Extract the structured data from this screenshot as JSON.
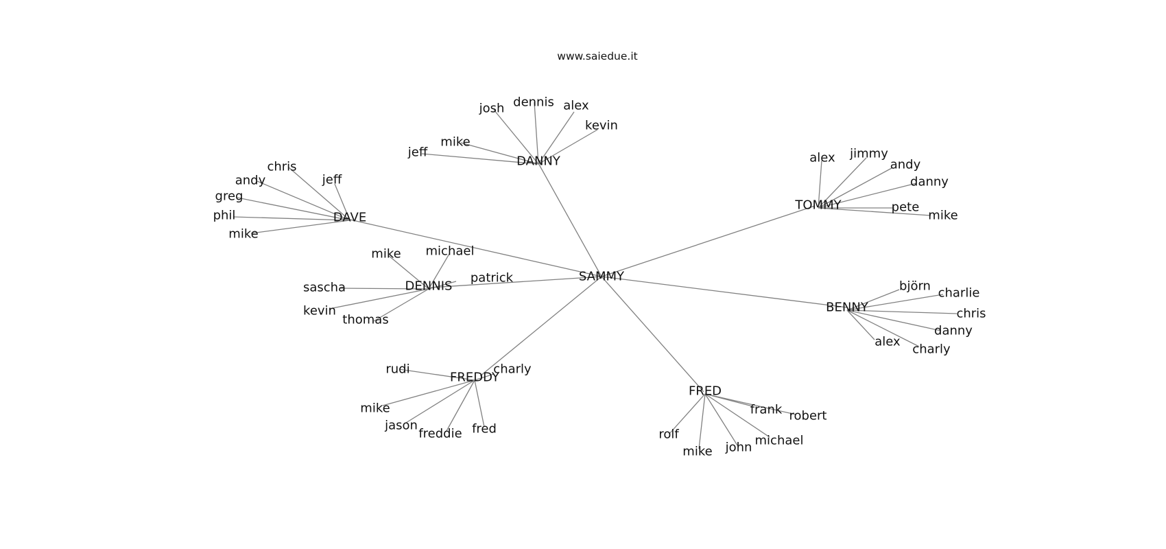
{
  "title": "www.saiedue.it",
  "graph": {
    "center": "SAMMY",
    "hubs": [
      {
        "id": "DAVE",
        "leaves": [
          "chris",
          "jeff",
          "andy",
          "greg",
          "phil",
          "mike"
        ]
      },
      {
        "id": "DANNY",
        "leaves": [
          "josh",
          "dennis",
          "alex",
          "kevin",
          "mike",
          "jeff"
        ]
      },
      {
        "id": "TOMMY",
        "leaves": [
          "alex",
          "jimmy",
          "andy",
          "danny",
          "pete",
          "mike"
        ]
      },
      {
        "id": "DENNIS",
        "leaves": [
          "mike",
          "michael",
          "patrick",
          "sascha",
          "kevin",
          "thomas"
        ]
      },
      {
        "id": "BENNY",
        "leaves": [
          "björn",
          "charlie",
          "chris",
          "danny",
          "alex",
          "charly"
        ]
      },
      {
        "id": "FREDDY",
        "leaves": [
          "rudi",
          "charly",
          "mike",
          "jason",
          "freddie",
          "fred"
        ]
      },
      {
        "id": "FRED",
        "leaves": [
          "frank",
          "robert",
          "rolf",
          "mike",
          "john",
          "michael"
        ]
      }
    ]
  }
}
